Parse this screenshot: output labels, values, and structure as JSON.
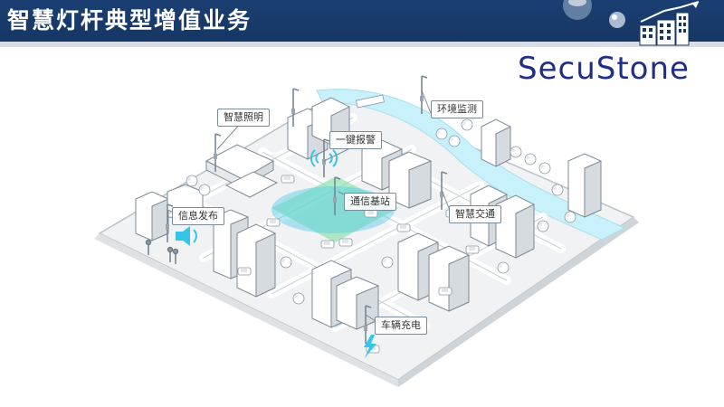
{
  "title": "智慧灯杆典型增值业务",
  "logo_text": "SecuStone",
  "labels": {
    "lighting": "智慧照明",
    "alarm": "一键报警",
    "env": "环境监测",
    "info": "信息发布",
    "base_station": "通信基站",
    "traffic": "智慧交通",
    "charging": "车辆充电"
  },
  "colors": {
    "header": "#1b3f73",
    "logo": "#1f2f88",
    "river": "#c8f1fb",
    "wifi_signal": "#37c4e8",
    "coverage": "#8ee3b0"
  }
}
